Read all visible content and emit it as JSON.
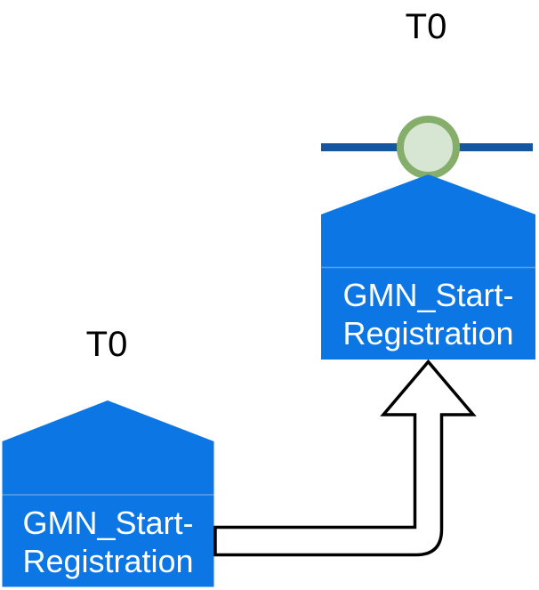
{
  "diagram": {
    "type": "event-timeline-diagram",
    "events": [
      {
        "id": "left",
        "timestamp_label": "T0",
        "label_line1": "GMN_Start-",
        "label_line2": "Registration"
      },
      {
        "id": "right",
        "timestamp_label": "T0",
        "label_line1": "GMN_Start-",
        "label_line2": "Registration"
      }
    ],
    "connector": {
      "from": "left",
      "to": "right",
      "type": "elbow-arrow-up"
    },
    "colors": {
      "event_fill": "#0B76E4",
      "event_divider": "#5C9FE8",
      "event_text": "#FFFFFF",
      "timeline_line": "#15569E",
      "milestone_ring": "#84AE6A",
      "milestone_fill": "#D7E6D2",
      "connector_fill": "#FFFFFF",
      "connector_stroke": "#000000",
      "timestamp_text": "#000000",
      "background": "#FFFFFF"
    }
  }
}
